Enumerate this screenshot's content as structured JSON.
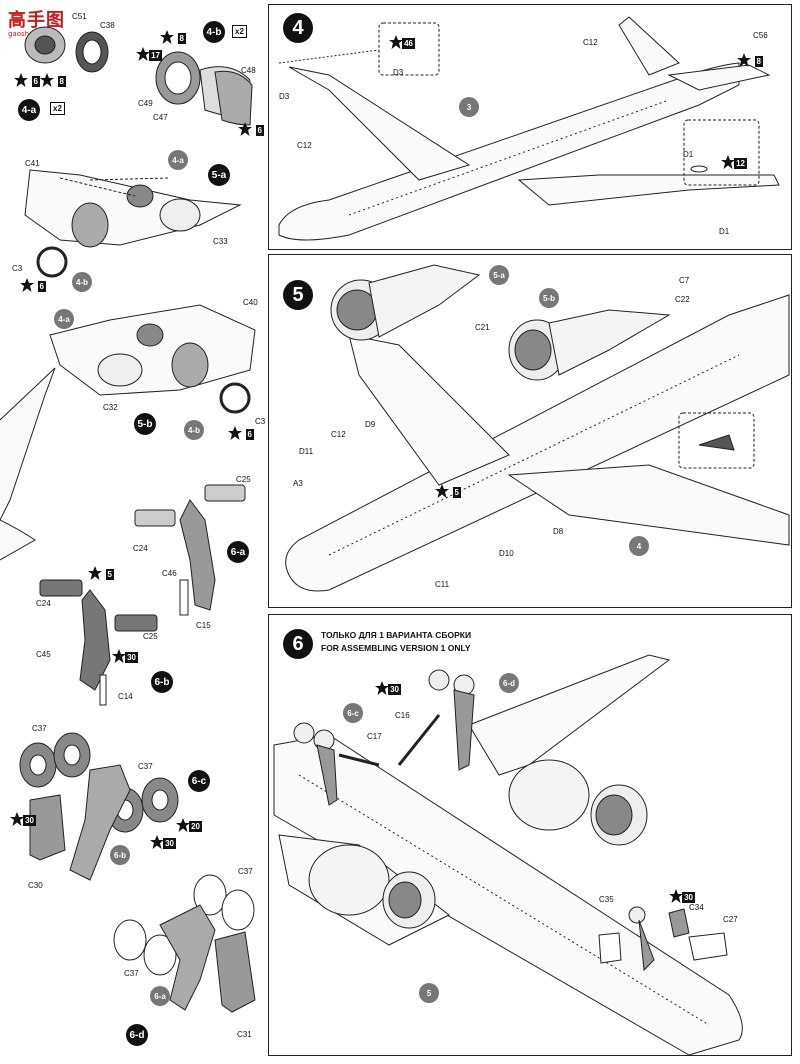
{
  "watermark": {
    "title": "高手图",
    "url": "gaoshou.com"
  },
  "left": {
    "s4a": {
      "step": "4-a",
      "qty": "x2",
      "parts": [
        "C51",
        "C38"
      ],
      "paints": [
        "6",
        "8"
      ]
    },
    "s4b": {
      "step": "4-b",
      "qty": "x2",
      "parts": [
        "C48",
        "C49",
        "C47"
      ],
      "paints": [
        "17",
        "8",
        "6"
      ]
    },
    "s5a": {
      "step": "5-a",
      "parts": [
        "C41",
        "C33",
        "C3"
      ],
      "refs": [
        "4-a",
        "4-b"
      ],
      "paint": "6"
    },
    "s5b": {
      "step": "5-b",
      "parts": [
        "C40",
        "C32",
        "C3"
      ],
      "refs": [
        "4-a",
        "4-b"
      ],
      "paint": "6"
    },
    "s6a": {
      "step": "6-a",
      "parts": [
        "C25",
        "C24",
        "C46",
        "C15"
      ]
    },
    "s6b": {
      "step": "6-b",
      "parts": [
        "C24",
        "C25",
        "C45",
        "C14"
      ],
      "paints": [
        "5",
        "30"
      ]
    },
    "s6c": {
      "step": "6-c",
      "parts": [
        "C37",
        "C37",
        "C30"
      ],
      "refs": [
        "6-b"
      ],
      "paints": [
        "20",
        "30",
        "30"
      ]
    },
    "s6d": {
      "step": "6-d",
      "parts": [
        "C37",
        "C37",
        "C31"
      ],
      "refs": [
        "6-a"
      ]
    }
  },
  "step4": {
    "num": "4",
    "parts": [
      "D3",
      "D3",
      "C12",
      "C12",
      "C56",
      "D1",
      "D1"
    ],
    "paints": [
      "46",
      "8",
      "12"
    ],
    "ref": "3"
  },
  "step5": {
    "num": "5",
    "parts": [
      "C21",
      "C22",
      "C7",
      "C12",
      "D9",
      "D11",
      "A3",
      "D8",
      "D10",
      "C11"
    ],
    "refs": [
      "5-a",
      "5-b",
      "4"
    ],
    "paint": "5"
  },
  "step6": {
    "num": "6",
    "title_ru": "ТОЛЬКО ДЛЯ 1 ВАРИАНТА СБОРКИ",
    "title_en": "FOR ASSEMBLING VERSION 1 ONLY",
    "parts": [
      "C16",
      "C17",
      "C35",
      "C34",
      "C27"
    ],
    "refs": [
      "6-c",
      "6-d",
      "5"
    ],
    "paints": [
      "30",
      "30"
    ]
  }
}
